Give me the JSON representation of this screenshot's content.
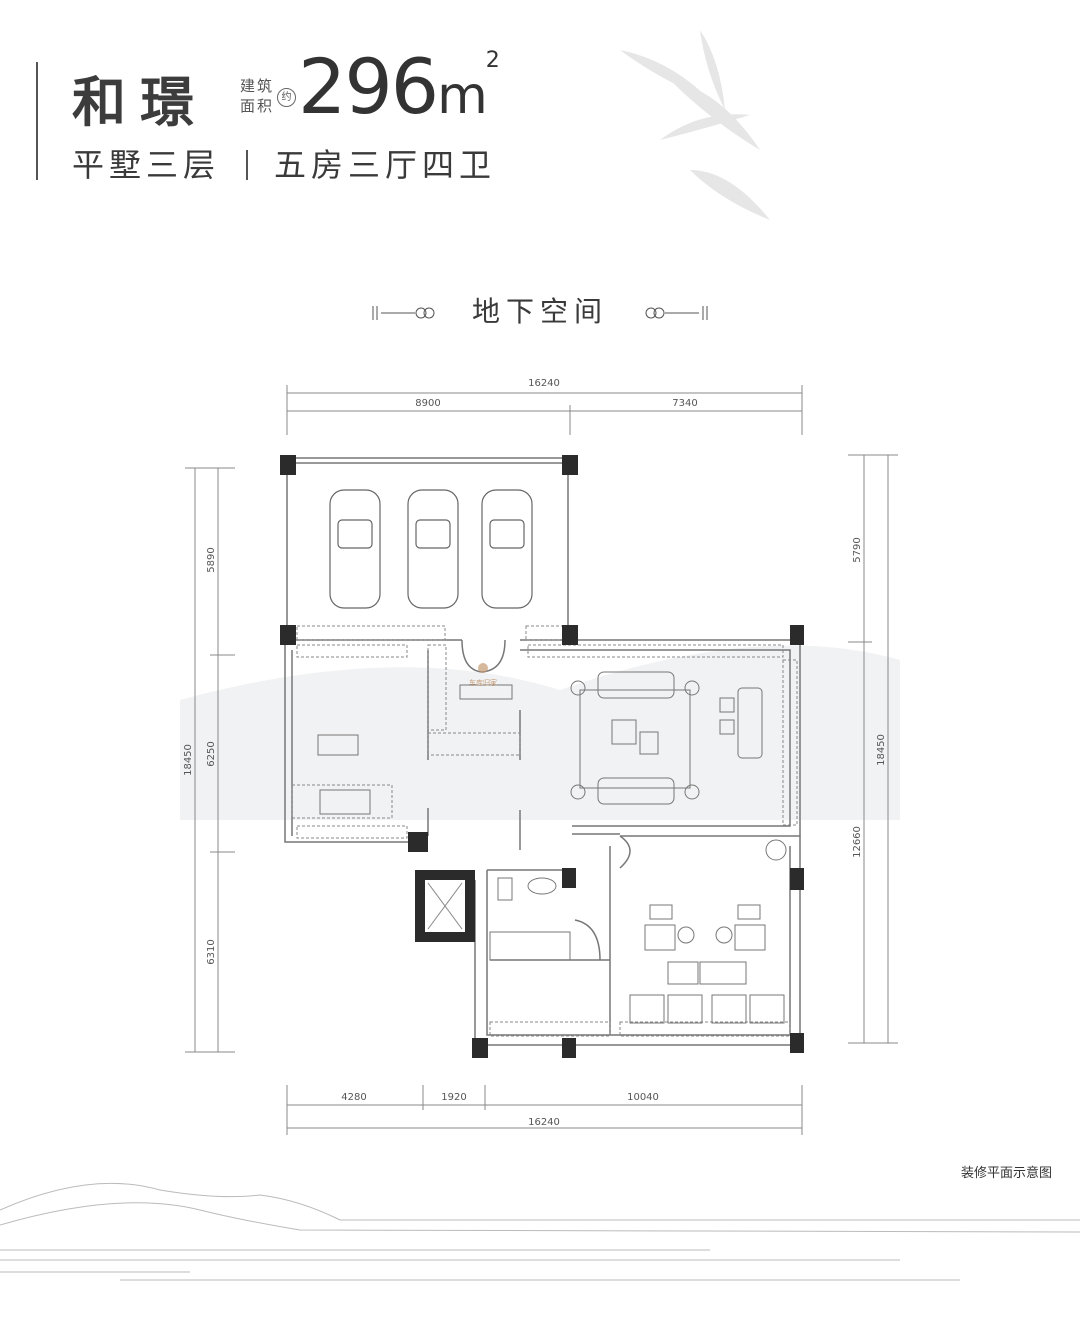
{
  "header": {
    "project_name": "和璟",
    "area_label_line1": "建筑",
    "area_label_line2": "面积",
    "approx_badge": "约",
    "area_value": "296",
    "area_unit": "m",
    "area_unit_sup": "2",
    "type_text": "平墅三层",
    "layout_text": "五房三厅四卫"
  },
  "section_title": "地下空间",
  "plan": {
    "annotation_entry": "车库归家",
    "dims_top": {
      "total": "16240",
      "left": "8900",
      "right": "7340"
    },
    "dims_bottom": {
      "left": "4280",
      "middle": "1920",
      "right": "10040",
      "total": "16240"
    },
    "dims_left": {
      "total": "18450",
      "top": "5890",
      "middle": "6250",
      "bottom": "6310"
    },
    "dims_right": {
      "total": "18450",
      "top": "5790",
      "bottom": "12660"
    },
    "accent_color": "#c49a74"
  },
  "caption": "装修平面示意图"
}
